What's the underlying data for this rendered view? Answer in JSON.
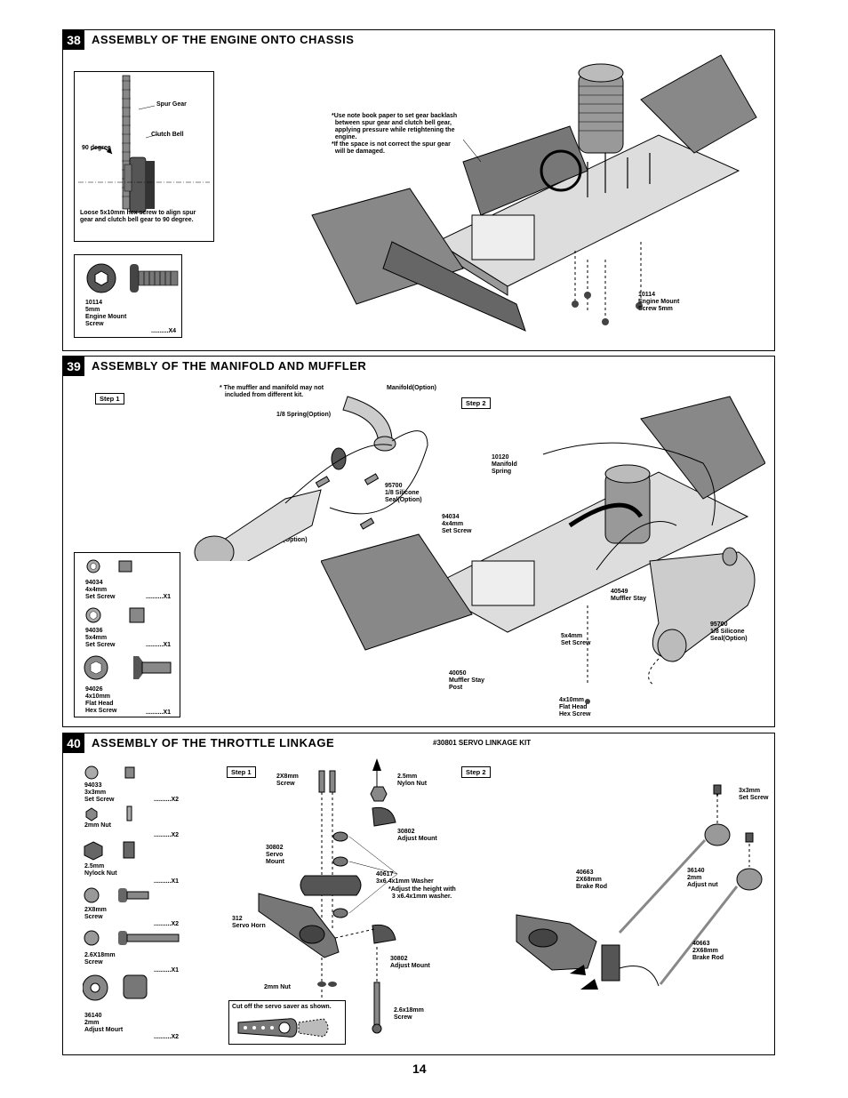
{
  "s38": {
    "num": "38",
    "title": "ASSEMBLY OF THE ENGINE ONTO CHASSIS",
    "spur_gear": "Spur Gear",
    "clutch_bell": "Clutch Bell",
    "deg": "90 degree",
    "loosen_note": "Loose 5x10mm hex screw to align spur\ngear and clutch bell gear to 90 degree.",
    "part_code": "10114",
    "part_size": "5mm",
    "part_name": "Engine Mount\nScrew",
    "part_qty": "..........X4",
    "note": "*Use note book paper to set gear backlash\n  between spur gear and clutch bell gear,\n  applying pressure while retightening the\n  engine.\n*If the space is not correct the spur gear\n  will be damaged.",
    "callout": "10114\nEngine Mount\nScrew 5mm"
  },
  "s39": {
    "num": "39",
    "title": "ASSEMBLY OF THE MANIFOLD AND MUFFLER",
    "step1": "Step 1",
    "step2": "Step 2",
    "warn": "* The muffler and manifold may not\n   included from different kit.",
    "manifold_opt": "Manifold(Option)",
    "spring_opt": "1/8 Spring(Option)",
    "seal_left": "95700\n1/8 Silicone\nSeal(Option)",
    "muffler_opt": "Muffler(Option)",
    "manifold_spring": "10120\nManifold\nSpring",
    "set_screw_c": "94034\n4x4mm\nSet Screw",
    "muffler_stay": "40549\nMuffler Stay",
    "seal_right": "95700\n1/8 Silicone\nSeal(Option)",
    "set_screw5": "5x4mm\nSet Screw",
    "stay_post": "40050\nMuffler Stay\nPost",
    "flat_head": "4x10mm\nFlat Head\nHex Screw",
    "parts": [
      {
        "label": "94034\n4x4mm\nSet Screw",
        "qty": "..........X1"
      },
      {
        "label": "94036\n5x4mm\nSet Screw",
        "qty": "..........X1"
      },
      {
        "label": "94026\n4x10mm\nFlat Head\nHex Screw",
        "qty": "..........X1"
      }
    ]
  },
  "s40": {
    "num": "40",
    "title": "ASSEMBLY OF THE THROTTLE LINKAGE",
    "kit": "#30801 SERVO LINKAGE KIT",
    "step1": "Step 1",
    "step2": "Step 2",
    "parts": [
      {
        "label": "94033\n3x3mm\nSet Screw",
        "qty": "..........X2"
      },
      {
        "label": "2mm Nut",
        "qty": "..........X2"
      },
      {
        "label": "2.5mm\nNylock Nut",
        "qty": "..........X1"
      },
      {
        "label": "2X8mm\nScrew",
        "qty": "..........X2"
      },
      {
        "label": "2.6X18mm\nScrew",
        "qty": "..........X1"
      },
      {
        "label": "36140\n2mm\nAdjust Mourt",
        "qty": "..........X2"
      }
    ],
    "c_2x8": "2X8mm\nScrew",
    "c_nylon": "2.5mm\nNylon Nut",
    "c_adj1": "30802\nAdjust Mount",
    "c_servo_mount": "30802\nServo\nMount",
    "c_washer": "40617\n3x6.4x1mm Washer",
    "c_washer_note": "*Adjust the height with\n  3 x6.4x1mm washer.",
    "c_horn": "312\nServo Horn",
    "c_adj2": "30802\nAdjust Mount",
    "c_2nut": "2mm Nut",
    "c_26x18": "2.6x18mm\nScrew",
    "cut_note": "Cut off the servo saver as shown.",
    "c_3x3": "3x3mm\nSet Screw",
    "c_adjnut": "36140\n2mm\nAdjust nut",
    "c_rod1": "40663\n2X68mm\nBrake Rod",
    "c_rod2": "40663\n2X68mm\nBrake Rod"
  },
  "page_number": "14"
}
